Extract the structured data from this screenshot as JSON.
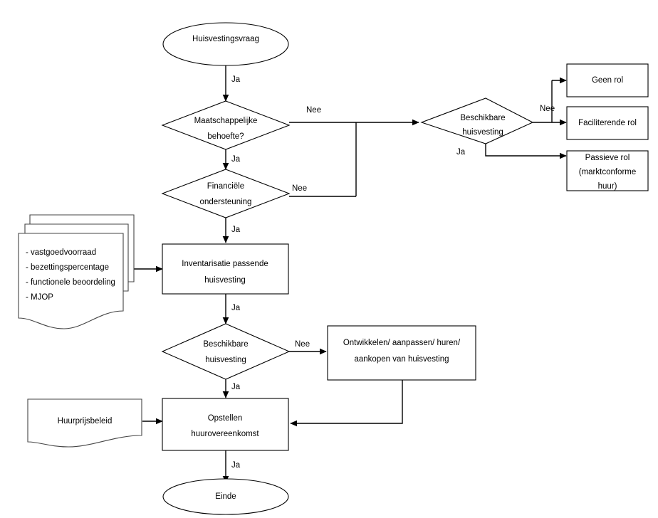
{
  "diagram": {
    "title": "Huisvestingsvraag beslisboom",
    "language": "nl",
    "colors": {
      "stroke": "#000000",
      "doc_stroke": "#444444",
      "fill": "#ffffff",
      "text": "#000000"
    },
    "nodes": {
      "start": {
        "type": "terminator",
        "label": "Huisvestingsvraag"
      },
      "maatschappelijke": {
        "type": "decision",
        "line1": "Maatschappelijke",
        "line2": "behoefte?"
      },
      "financiele": {
        "type": "decision",
        "line1": "Financiële",
        "line2": "ondersteuning"
      },
      "beschikbare_top": {
        "type": "decision",
        "line1": "Beschikbare",
        "line2": "huisvesting"
      },
      "geen_rol": {
        "type": "process",
        "label": "Geen rol"
      },
      "faciliterende_rol": {
        "type": "process",
        "label": "Faciliterende rol"
      },
      "passieve_rol": {
        "type": "process",
        "line1": "Passieve rol",
        "line2": "(marktconforme",
        "line3": "huur)"
      },
      "bronnen_doc": {
        "type": "document-stack",
        "items": [
          "- vastgoedvoorraad",
          "- bezettingspercentage",
          "- functionele beoordeling",
          "- MJOP"
        ]
      },
      "inventarisatie": {
        "type": "process",
        "line1": "Inventarisatie passende",
        "line2": "huisvesting"
      },
      "beschikbare_bottom": {
        "type": "decision",
        "line1": "Beschikbare",
        "line2": "huisvesting"
      },
      "ontwikkelen": {
        "type": "process",
        "line1": "Ontwikkelen/ aanpassen/ huren/",
        "line2": "aankopen van huisvesting"
      },
      "huurprijsbeleid": {
        "type": "document",
        "label": "Huurprijsbeleid"
      },
      "opstellen": {
        "type": "process",
        "line1": "Opstellen",
        "line2": "huurovereenkomst"
      },
      "einde": {
        "type": "terminator",
        "label": "Einde"
      }
    },
    "edge_labels": {
      "start_to_maatschappelijke": "Ja",
      "maatschappelijke_nee": "Nee",
      "maatschappelijke_ja": "Ja",
      "financiele_nee": "Nee",
      "financiele_ja": "Ja",
      "beschikbare_top_nee": "Nee",
      "beschikbare_top_ja": "Ja",
      "inventarisatie_ja": "Ja",
      "beschikbare_bottom_nee": "Nee",
      "beschikbare_bottom_ja": "Ja",
      "opstellen_ja": "Ja"
    }
  }
}
